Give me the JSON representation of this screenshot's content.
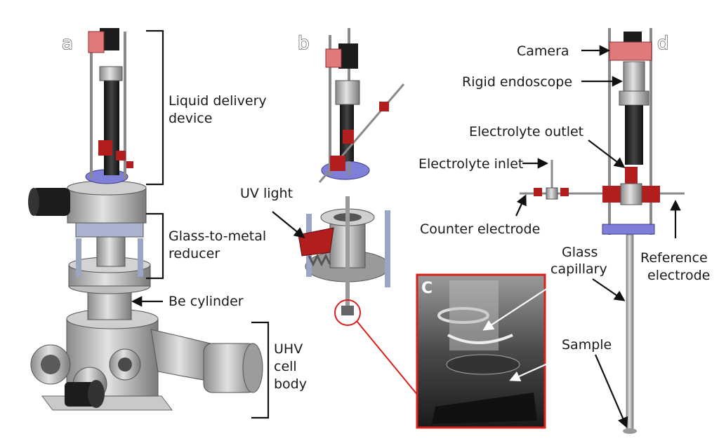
{
  "panels": {
    "a": "a",
    "b": "b",
    "c": "C",
    "d": "d"
  },
  "labels": {
    "liquid_delivery_1": "Liquid delivery",
    "liquid_delivery_2": "device",
    "glass_metal_1": "Glass-to-metal",
    "glass_metal_2": "reducer",
    "be_cylinder": "Be cylinder",
    "uhv_1": "UHV",
    "uhv_2": "cell",
    "uhv_3": "body",
    "uv_light": "UV light",
    "camera": "Camera",
    "rigid_endoscope": "Rigid endoscope",
    "electrolyte_outlet": "Electrolyte outlet",
    "electrolyte_inlet": "Electrolyte inlet",
    "counter_electrode": "Counter electrode",
    "glass_capillary_1": "Glass",
    "glass_capillary_2": "capillary",
    "reference_electrode_1": "Reference",
    "reference_electrode_2": "electrode",
    "sample": "Sample"
  },
  "colors": {
    "metal": "#b9b9b9",
    "metal_dark": "#7f7f7f",
    "flange_blue": "#7f7fd8",
    "valve_red": "#b21e1e",
    "bracket_pink": "#e07a7a",
    "inset_border": "#d8201c",
    "endoscope_black": "#1c1c1c"
  }
}
